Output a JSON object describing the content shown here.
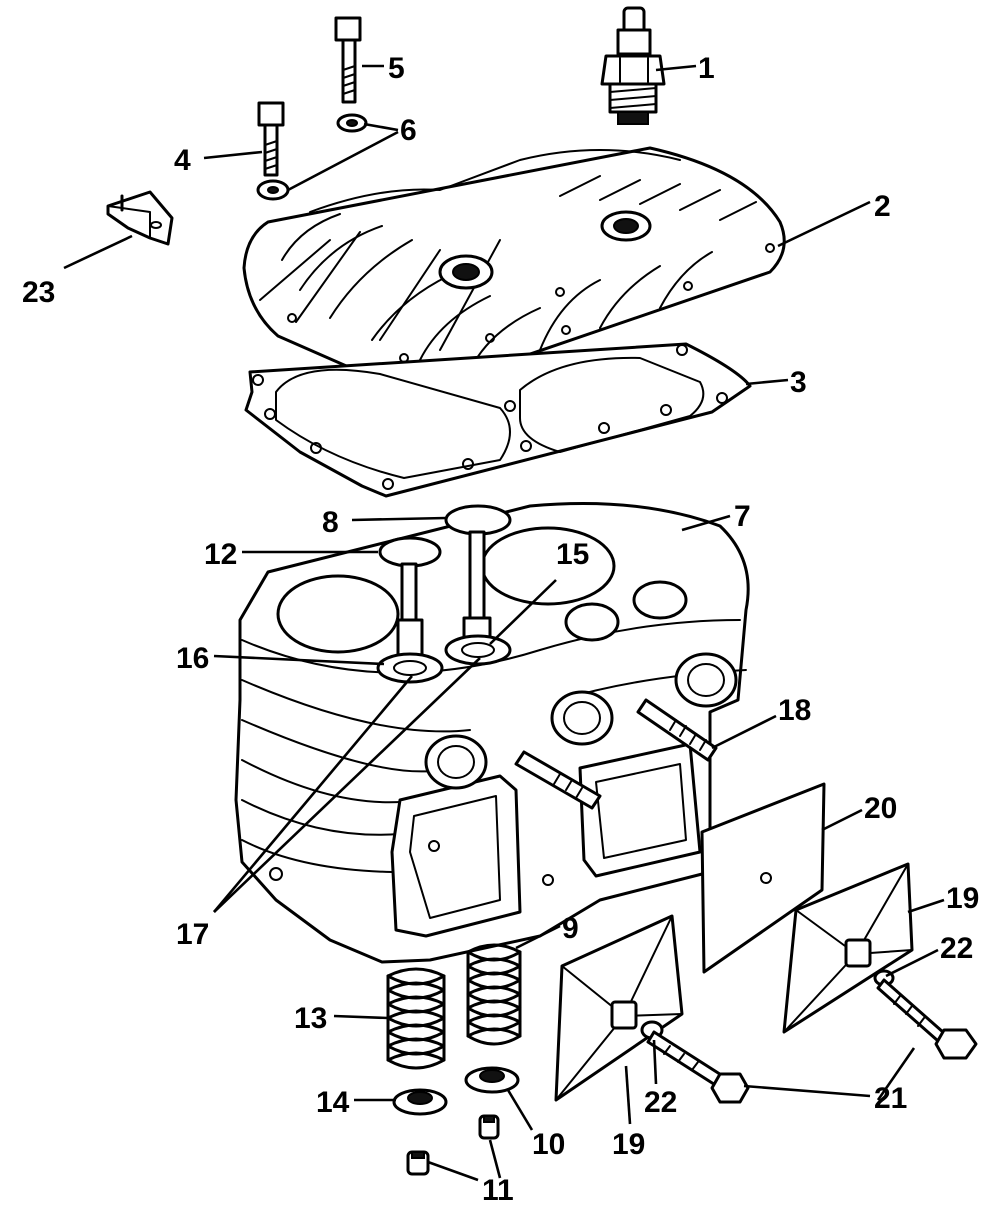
{
  "callouts": [
    {
      "id": "c1",
      "text": "1"
    },
    {
      "id": "c2",
      "text": "2"
    },
    {
      "id": "c3",
      "text": "3"
    },
    {
      "id": "c4",
      "text": "4"
    },
    {
      "id": "c5",
      "text": "5"
    },
    {
      "id": "c6",
      "text": "6"
    },
    {
      "id": "c7",
      "text": "7"
    },
    {
      "id": "c8",
      "text": "8"
    },
    {
      "id": "c9",
      "text": "9"
    },
    {
      "id": "c10",
      "text": "10"
    },
    {
      "id": "c11",
      "text": "11"
    },
    {
      "id": "c12",
      "text": "12"
    },
    {
      "id": "c13",
      "text": "13"
    },
    {
      "id": "c14",
      "text": "14"
    },
    {
      "id": "c15",
      "text": "15"
    },
    {
      "id": "c16",
      "text": "16"
    },
    {
      "id": "c17",
      "text": "17"
    },
    {
      "id": "c18",
      "text": "18"
    },
    {
      "id": "c19a",
      "text": "19"
    },
    {
      "id": "c19b",
      "text": "19"
    },
    {
      "id": "c20",
      "text": "20"
    },
    {
      "id": "c21",
      "text": "21"
    },
    {
      "id": "c22a",
      "text": "22"
    },
    {
      "id": "c22b",
      "text": "22"
    },
    {
      "id": "c23",
      "text": "23"
    }
  ]
}
